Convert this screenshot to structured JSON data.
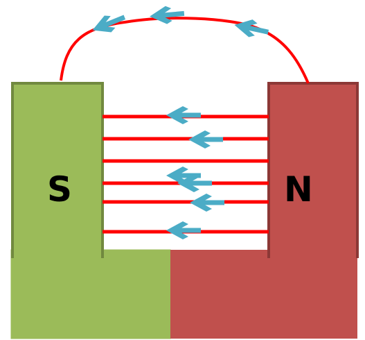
{
  "magnet": {
    "south_label": "S",
    "north_label": "N"
  },
  "colors": {
    "south_fill": "#9bbb59",
    "south_stroke": "#71893f",
    "north_fill": "#c0504d",
    "north_stroke": "#8c3836",
    "field_line": "#ff0000",
    "arrow": "#4bacc6",
    "arrow_stroke": "#3a8ea6"
  },
  "field": {
    "direction": "north-to-south",
    "inner_line_count": 6,
    "outer_arc_count": 1,
    "arrow_icon": "left-arrow-icon"
  }
}
